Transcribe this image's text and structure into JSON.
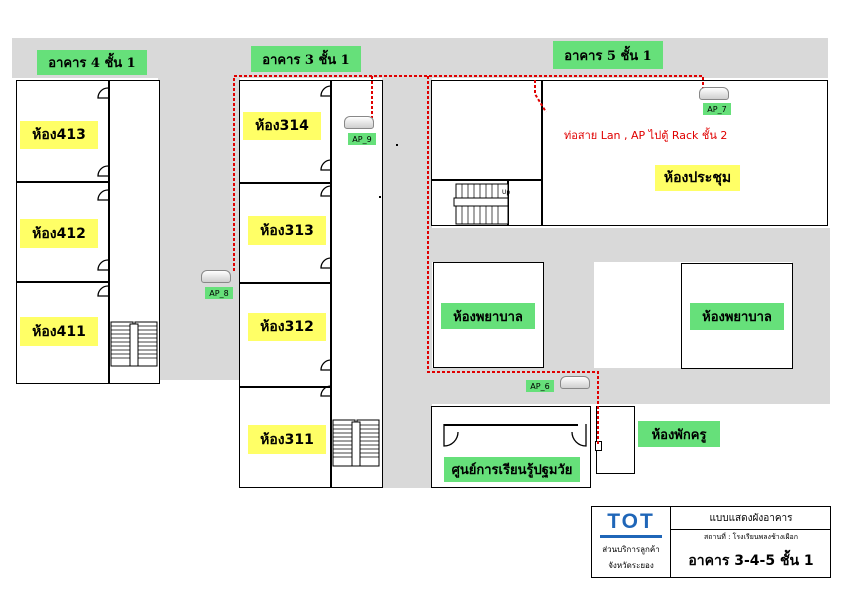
{
  "building_labels": {
    "b4": "อาคาร 4 ชั้น 1",
    "b3": "อาคาร 3 ชั้น 1",
    "b5": "อาคาร 5 ชั้น 1"
  },
  "rooms": {
    "r413": "ห้อง413",
    "r412": "ห้อง412",
    "r411": "ห้อง411",
    "r314": "ห้อง314",
    "r313": "ห้อง313",
    "r312": "ห้อง312",
    "r311": "ห้อง311",
    "meeting": "ห้องประชุม",
    "nurse1": "ห้องพยาบาล",
    "nurse2": "ห้องพยาบาล",
    "teacher": "ห้องพักครู",
    "early_child": "ศูนย์การเรียนรู้ปฐมวัย"
  },
  "access_points": {
    "ap6": "AP_6",
    "ap7": "AP_7",
    "ap8": "AP_8",
    "ap9": "AP_9"
  },
  "annotation": "ท่อสาย Lan , AP ไปตู้ Rack ชั้น 2",
  "stair_label": "Up",
  "title_block": {
    "logo": "TOT",
    "dept_line1": "ส่วนบริการลูกค้า",
    "dept_line2": "จังหวัดระยอง",
    "heading": "แบบแสดงผังอาคาร",
    "site": "สถานที่ : โรงเรียนพลงช้างเผือก",
    "main": "อาคาร 3-4-5 ชั้น 1"
  },
  "colors": {
    "walkway": "#d9d9d9",
    "label_green": "#66e07a",
    "label_yellow": "#ffff66",
    "cable_red": "#e00000",
    "logo_blue": "#1f66b8"
  }
}
